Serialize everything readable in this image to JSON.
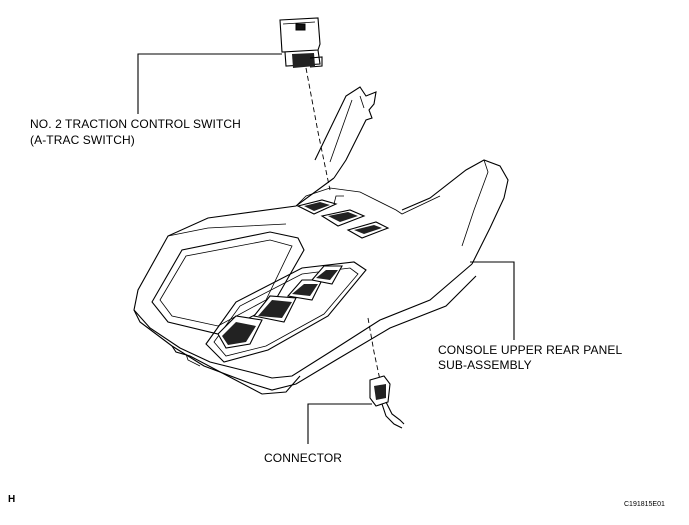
{
  "labels": {
    "switch_line1": "NO. 2 TRACTION CONTROL SWITCH",
    "switch_line2": "(A-TRAC SWITCH)",
    "console_line1": "CONSOLE UPPER REAR PANEL",
    "console_line2": "SUB-ASSEMBLY",
    "connector": "CONNECTOR"
  },
  "corner_letter": "H",
  "figure_code": "C191815E01"
}
